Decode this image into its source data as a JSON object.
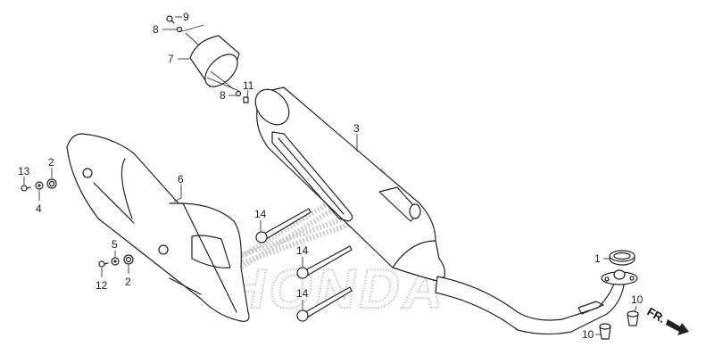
{
  "diagram": {
    "watermark": "HONDA",
    "direction_label": "FR.",
    "callouts": {
      "gasket": "1",
      "nut_top": "2",
      "nut_bottom": "2",
      "muffler": "3",
      "washer_top": "4",
      "washer_bottom": "5",
      "protector": "6",
      "end_cap": "7",
      "collar_top": "8",
      "collar_bottom": "8",
      "screw": "9",
      "nut_a": "10",
      "nut_b": "10",
      "nut_small": "11",
      "bolt_bottom": "12",
      "bolt_top": "13",
      "bolt_1": "14",
      "bolt_2": "14",
      "bolt_3": "14"
    }
  }
}
